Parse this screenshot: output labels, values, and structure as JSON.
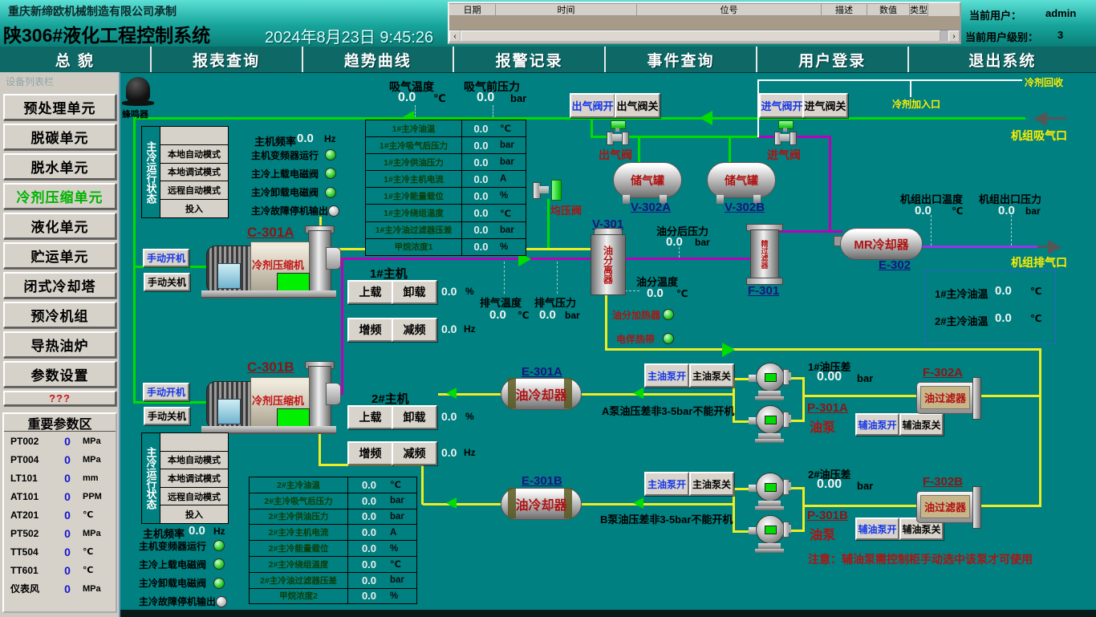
{
  "header": {
    "company": "重庆新缔欧机械制造有限公司承制",
    "title": "陕306#液化工程控制系统",
    "datetime": "2024年8月23日  9:45:26",
    "alarm_columns": [
      "日期",
      "时间",
      "位号",
      "描述",
      "数值",
      "类型"
    ],
    "scroll_left": "‹",
    "scroll_right": "›",
    "user_label": "当前用户：",
    "user_value": "admin",
    "level_label": "当前用户级别：",
    "level_value": "3"
  },
  "menu": [
    "总  貌",
    "报表查询",
    "趋势曲线",
    "报警记录",
    "事件查询",
    "用户登录",
    "退出系统"
  ],
  "sidebar": {
    "title": "设备列表栏",
    "items": [
      {
        "label": "预处理单元",
        "state": "normal"
      },
      {
        "label": "脱碳单元",
        "state": "normal"
      },
      {
        "label": "脱水单元",
        "state": "normal"
      },
      {
        "label": "冷剂压缩单元",
        "state": "active"
      },
      {
        "label": "液化单元",
        "state": "normal"
      },
      {
        "label": "贮运单元",
        "state": "normal"
      },
      {
        "label": "闭式冷却塔",
        "state": "normal"
      },
      {
        "label": "预冷机组",
        "state": "normal"
      },
      {
        "label": "导热油炉",
        "state": "normal"
      },
      {
        "label": "参数设置",
        "state": "normal"
      },
      {
        "label": "???",
        "state": "alert"
      }
    ],
    "params": {
      "title": "重要参数区",
      "rows": [
        {
          "tag": "PT002",
          "value": "0",
          "unit": "MPa"
        },
        {
          "tag": "PT004",
          "value": "0",
          "unit": "MPa"
        },
        {
          "tag": "LT101",
          "value": "0",
          "unit": "mm"
        },
        {
          "tag": "AT101",
          "value": "0",
          "unit": "PPM"
        },
        {
          "tag": "AT201",
          "value": "0",
          "unit": "℃"
        },
        {
          "tag": "PT502",
          "value": "0",
          "unit": "MPa"
        },
        {
          "tag": "TT504",
          "value": "0",
          "unit": "℃"
        },
        {
          "tag": "TT601",
          "value": "0",
          "unit": "℃"
        },
        {
          "tag": "仪表风",
          "value": "0",
          "unit": "MPa"
        }
      ]
    }
  },
  "status1": {
    "title": "主冷运行状态",
    "modes": [
      "",
      "本地自动模式",
      "本地调试模式",
      "远程自动模式",
      "投入"
    ],
    "freq_label": "主机频率",
    "freq_value": "0.0",
    "freq_unit": "Hz",
    "leds": [
      {
        "label": "主机变频器运行",
        "on": "true"
      },
      {
        "label": "主冷上载电磁阀",
        "on": "true"
      },
      {
        "label": "主冷卸载电磁阀",
        "on": "true"
      },
      {
        "label": "主冷故障停机输出",
        "on": "false"
      }
    ]
  },
  "status2": {
    "title": "主冷运行状态",
    "modes": [
      "",
      "本地自动模式",
      "本地调试模式",
      "远程自动模式",
      "投入"
    ],
    "freq_label": "主机频率",
    "freq_value": "0.0",
    "freq_unit": "Hz",
    "leds": [
      {
        "label": "主机变频器运行",
        "on": "true"
      },
      {
        "label": "主冷上载电磁阀",
        "on": "true"
      },
      {
        "label": "主冷卸载电磁阀",
        "on": "true"
      },
      {
        "label": "主冷故障停机输出",
        "on": "false"
      }
    ]
  },
  "table1": {
    "rows": [
      {
        "label": "1#主冷油温",
        "value": "0.0",
        "unit": "℃"
      },
      {
        "label": "1#主冷吸气后压力",
        "value": "0.0",
        "unit": "bar"
      },
      {
        "label": "1#主冷供油压力",
        "value": "0.0",
        "unit": "bar"
      },
      {
        "label": "1#主冷主机电流",
        "value": "0.0",
        "unit": "A"
      },
      {
        "label": "1#主冷能量载位",
        "value": "0.0",
        "unit": "%"
      },
      {
        "label": "1#主冷绕组温度",
        "value": "0.0",
        "unit": "℃"
      },
      {
        "label": "1#主冷油过滤器压差",
        "value": "0.0",
        "unit": "bar"
      },
      {
        "label": "甲烷浓度1",
        "value": "0.0",
        "unit": "%"
      }
    ]
  },
  "table2": {
    "rows": [
      {
        "label": "2#主冷油温",
        "value": "0.0",
        "unit": "℃"
      },
      {
        "label": "2#主冷吸气后压力",
        "value": "0.0",
        "unit": "bar"
      },
      {
        "label": "2#主冷供油压力",
        "value": "0.0",
        "unit": "bar"
      },
      {
        "label": "2#主冷主机电流",
        "value": "0.0",
        "unit": "A"
      },
      {
        "label": "2#主冷能量载位",
        "value": "0.0",
        "unit": "%"
      },
      {
        "label": "2#主冷绕组温度",
        "value": "0.0",
        "unit": "℃"
      },
      {
        "label": "2#主冷油过滤器压差",
        "value": "0.0",
        "unit": "bar"
      },
      {
        "label": "甲烷浓度2",
        "value": "0.0",
        "unit": "%"
      }
    ]
  },
  "m": {
    "suction_temp": {
      "label": "吸气温度",
      "value": "0.0",
      "unit": "℃"
    },
    "suction_pre": {
      "label": "吸气前压力",
      "value": "0.0",
      "unit": "bar"
    },
    "discharge_temp": {
      "label": "排气温度",
      "value": "0.0",
      "unit": "℃"
    },
    "discharge_pressure": {
      "label": "排气压力",
      "value": "0.0",
      "unit": "bar"
    },
    "oilsep_pressure": {
      "label": "油分后压力",
      "value": "0.0",
      "unit": "bar"
    },
    "oilsep_temp": {
      "label": "油分温度",
      "value": "0.0",
      "unit": "℃"
    },
    "outlet_temp": {
      "label": "机组出口温度",
      "value": "0.0",
      "unit": "℃"
    },
    "outlet_pressure": {
      "label": "机组出口压力",
      "value": "0.0",
      "unit": "bar"
    },
    "load1": {
      "value": "0.0",
      "unit": "%"
    },
    "freq1": {
      "value": "0.0",
      "unit": "Hz"
    },
    "load2": {
      "value": "0.0",
      "unit": "%"
    },
    "freq2": {
      "value": "0.0",
      "unit": "Hz"
    },
    "oildiff1": {
      "label": "1#油压差",
      "value": "0.00",
      "unit": "bar"
    },
    "oildiff2": {
      "label": "2#油压差",
      "value": "0.00",
      "unit": "bar"
    },
    "oiltemp1": {
      "label": "1#主冷油温",
      "value": "0.0",
      "unit": "℃"
    },
    "oiltemp2": {
      "label": "2#主冷油温",
      "value": "0.0",
      "unit": "℃"
    }
  },
  "buttons": {
    "gas_out_open": "出气阀开",
    "gas_out_close": "出气阀关",
    "gas_in_open": "进气阀开",
    "gas_in_close": "进气阀关",
    "manual_on": "手动开机",
    "manual_off": "手动关机",
    "load": "上载",
    "unload": "卸载",
    "freq_up": "增频",
    "freq_down": "减频",
    "main_pump_on": "主油泵开",
    "main_pump_off": "主油泵关",
    "aux_pump_on": "辅油泵开",
    "aux_pump_off": "辅油泵关"
  },
  "labels": {
    "buzzer": "蜂鸣器",
    "valve_out": "出气阀",
    "valve_in": "进气阀",
    "valve_eq": "均压阀",
    "host1": "1#主机",
    "host2": "2#主机",
    "heater": "油分加热器",
    "trace": "电伴热带",
    "recovery": "冷剂回收",
    "inlet": "冷剂加入口",
    "suction_port": "机组吸气口",
    "discharge_port": "机组排气口",
    "note_a": "A泵油压差非3-5bar不能开机",
    "note_b": "B泵油压差非3-5bar不能开机",
    "note_bottom": "注意：辅油泵需控制柜手动选中该泵才可使用"
  },
  "equipment": {
    "tank_a": {
      "name": "储气罐",
      "tag": "V-302A"
    },
    "tank_b": {
      "name": "储气罐",
      "tag": "V-302B"
    },
    "comp_a": {
      "tag": "C-301A",
      "name": "冷剂压缩机"
    },
    "comp_b": {
      "tag": "C-301B",
      "name": "冷剂压缩机"
    },
    "separator": {
      "tag": "V-301",
      "name": "油分离器"
    },
    "fine_filter": {
      "tag": "F-301",
      "name": "精过滤器"
    },
    "mr_cooler": {
      "tag": "E-302",
      "name": "MR冷却器"
    },
    "cooler_a": {
      "tag": "E-301A",
      "name": "油冷却器"
    },
    "cooler_b": {
      "tag": "E-301B",
      "name": "油冷却器"
    },
    "filter_a": {
      "tag": "F-302A",
      "name": "油过滤器"
    },
    "filter_b": {
      "tag": "F-302B",
      "name": "油过滤器"
    },
    "pump_a": {
      "tag": "P-301A",
      "name": "油泵"
    },
    "pump_b": {
      "tag": "P-301B",
      "name": "油泵"
    }
  }
}
